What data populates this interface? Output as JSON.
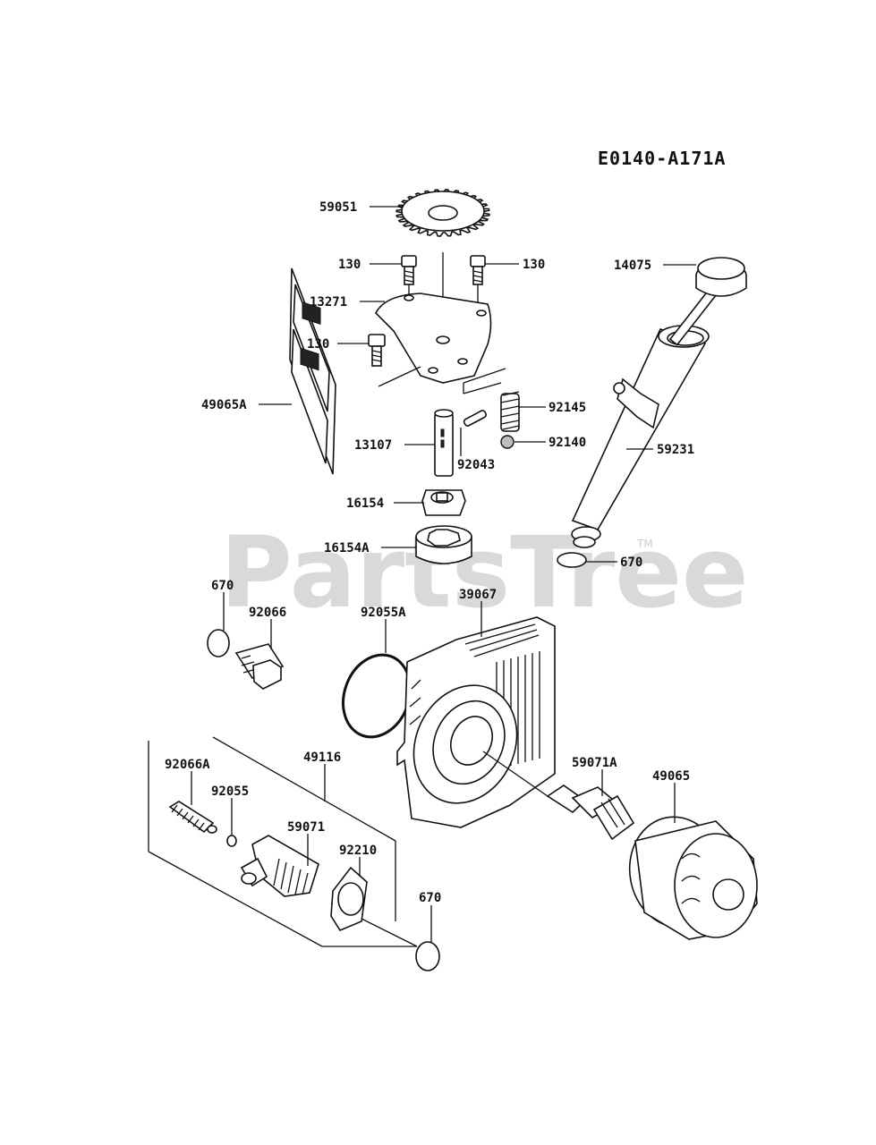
{
  "diagram_code": "E0140-A171A",
  "watermark": {
    "text": "PartsTree",
    "trademark": "TM"
  },
  "part_labels": {
    "p59051": "59051",
    "p130_a": "130",
    "p130_b": "130",
    "p130_c": "130",
    "p13271": "13271",
    "p49065A": "49065A",
    "p92145": "92145",
    "p92140": "92140",
    "p13107": "13107",
    "p92043": "92043",
    "p16154": "16154",
    "p16154A": "16154A",
    "p14075": "14075",
    "p59231": "59231",
    "p670_a": "670",
    "p670_b": "670",
    "p670_c": "670",
    "p92066": "92066",
    "p92055A": "92055A",
    "p39067": "39067",
    "p49116": "49116",
    "p92066A": "92066A",
    "p92055": "92055",
    "p59071": "59071",
    "p92210": "92210",
    "p59071A": "59071A",
    "p49065": "49065"
  }
}
